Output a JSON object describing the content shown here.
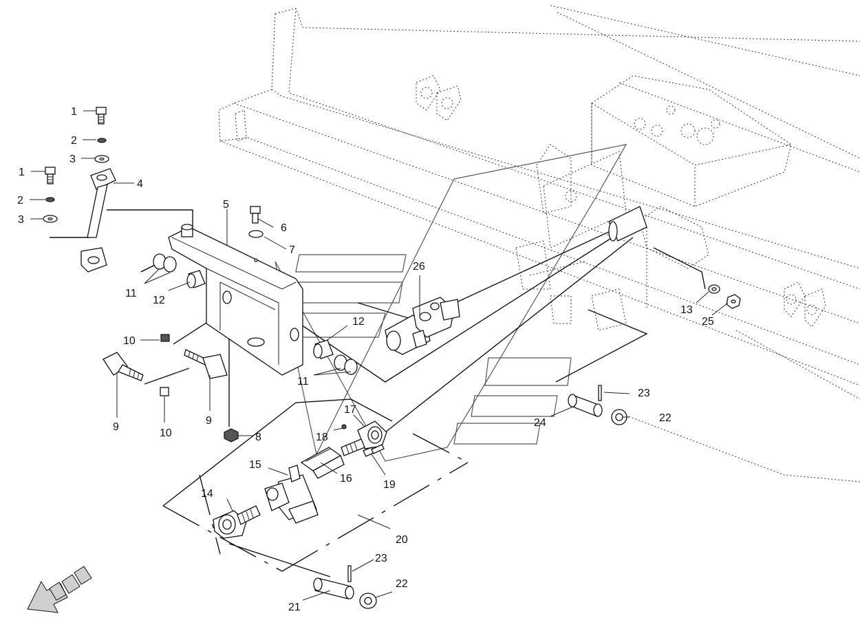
{
  "callouts": [
    {
      "id": "c1a",
      "text": "1"
    },
    {
      "id": "c2a",
      "text": "2"
    },
    {
      "id": "c3a",
      "text": "3"
    },
    {
      "id": "c1b",
      "text": "1"
    },
    {
      "id": "c2b",
      "text": "2"
    },
    {
      "id": "c3b",
      "text": "3"
    },
    {
      "id": "c4",
      "text": "4"
    },
    {
      "id": "c5",
      "text": "5"
    },
    {
      "id": "c6",
      "text": "6"
    },
    {
      "id": "c7",
      "text": "7"
    },
    {
      "id": "c8",
      "text": "8"
    },
    {
      "id": "c9a",
      "text": "9"
    },
    {
      "id": "c9b",
      "text": "9"
    },
    {
      "id": "c10a",
      "text": "10"
    },
    {
      "id": "c10b",
      "text": "10"
    },
    {
      "id": "c11a",
      "text": "11"
    },
    {
      "id": "c11b",
      "text": "11"
    },
    {
      "id": "c12a",
      "text": "12"
    },
    {
      "id": "c12b",
      "text": "12"
    },
    {
      "id": "c13",
      "text": "13"
    },
    {
      "id": "c14",
      "text": "14"
    },
    {
      "id": "c15",
      "text": "15"
    },
    {
      "id": "c16",
      "text": "16"
    },
    {
      "id": "c17",
      "text": "17"
    },
    {
      "id": "c18",
      "text": "18"
    },
    {
      "id": "c19",
      "text": "19"
    },
    {
      "id": "c20",
      "text": "20"
    },
    {
      "id": "c21",
      "text": "21"
    },
    {
      "id": "c22a",
      "text": "22"
    },
    {
      "id": "c22b",
      "text": "22"
    },
    {
      "id": "c23a",
      "text": "23"
    },
    {
      "id": "c23b",
      "text": "23"
    },
    {
      "id": "c24",
      "text": "24"
    },
    {
      "id": "c25",
      "text": "25"
    },
    {
      "id": "c26",
      "text": "26"
    }
  ],
  "icons": {
    "direction": "direction-arrow-icon"
  }
}
